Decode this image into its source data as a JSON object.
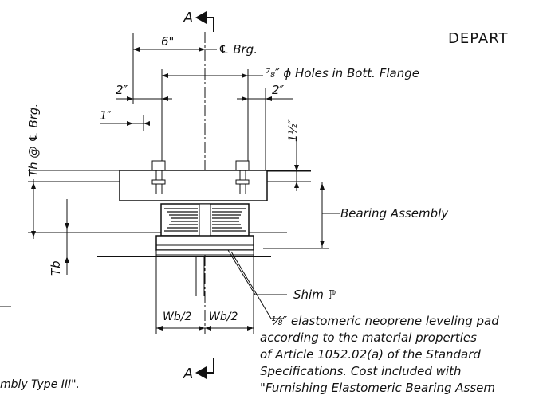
{
  "header": {
    "title_fragment": "DEPART"
  },
  "section_marks": {
    "top": "A",
    "bottom": "A"
  },
  "dimensions": {
    "top_width": "6\"",
    "centerline": "℄ Brg.",
    "holes_note": "⁷₈″ ϕ Holes in Bott. Flange",
    "left_offset": "2″",
    "right_offset": "2″",
    "edge_offset": "1″",
    "vertical_offset": "1½″",
    "vertical_label": "Th @ ℄ Brg.",
    "tb_label": "Tb",
    "wb_left": "Wb/2",
    "wb_right": "Wb/2"
  },
  "labels": {
    "bearing_assembly": "Bearing Assembly",
    "shim": "Shim ℙ"
  },
  "notes": {
    "pad_lines": [
      "⅛″ elastomeric neoprene leveling pad",
      "according to the material properties",
      "of Article 1052.02(a) of the Standard",
      "Specifications.  Cost included with",
      "\"Furnishing Elastomeric Bearing Assem"
    ],
    "left_fragment": "mbly Type III\"."
  }
}
